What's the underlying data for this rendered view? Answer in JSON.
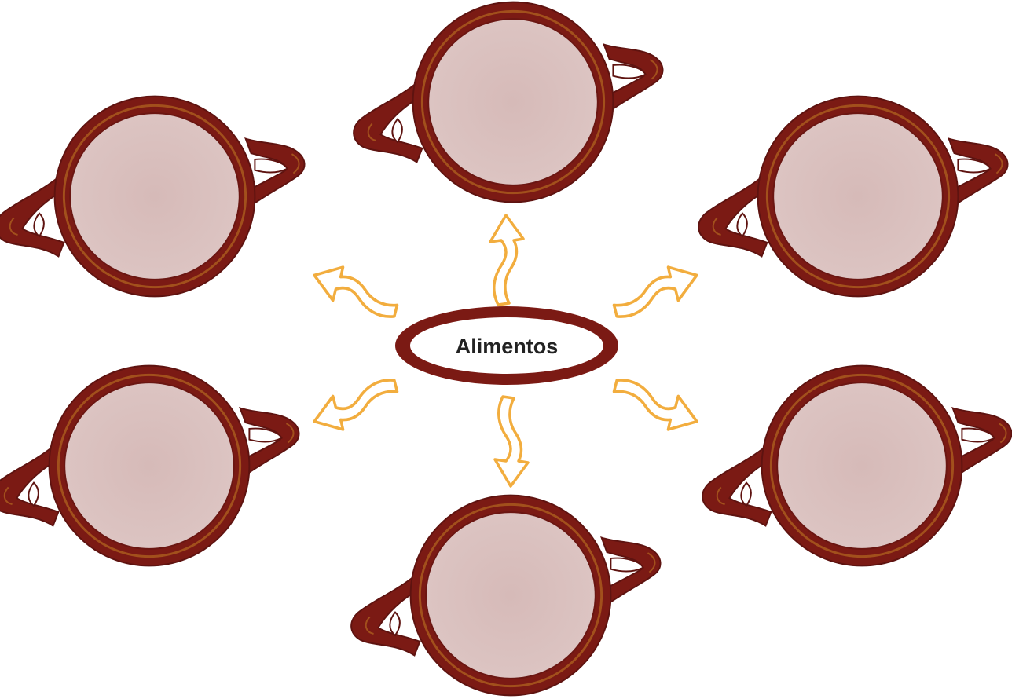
{
  "center": {
    "label": "Alimentos"
  },
  "bowls": [
    {
      "id": "top"
    },
    {
      "id": "top-left"
    },
    {
      "id": "top-right"
    },
    {
      "id": "bottom-left"
    },
    {
      "id": "bottom-right"
    },
    {
      "id": "bottom"
    }
  ],
  "colors": {
    "rim": "#7b1a14",
    "rim_dark": "#5e1310",
    "rim_highlight": "#a2501c",
    "bowl_fill": "#dbc3c1",
    "bowl_fill_center": "#d8bdbb",
    "arrow_stroke": "#f2ad3e",
    "oval_ring": "#7b1a14",
    "text": "#222222",
    "background": "#ffffff"
  }
}
